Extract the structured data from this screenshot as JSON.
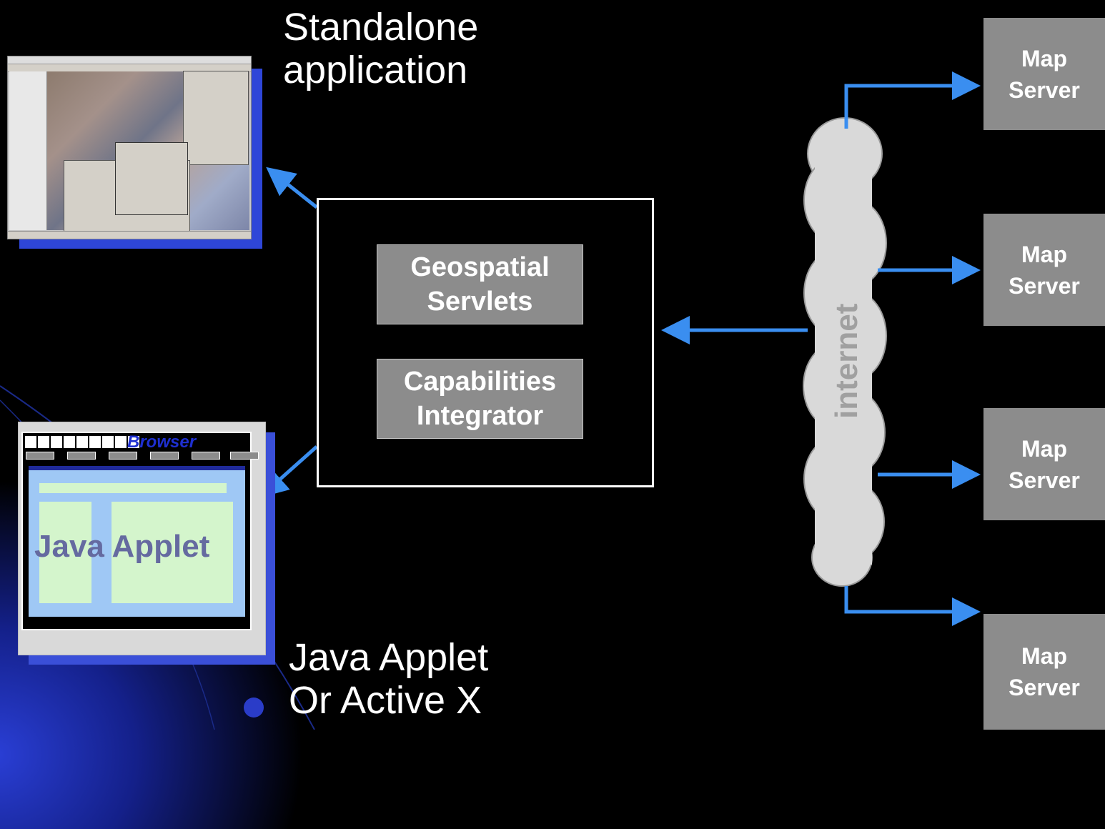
{
  "captions": {
    "standalone_line1": "Standalone",
    "standalone_line2": "application",
    "applet_line1": "Java Applet",
    "applet_line2": "Or Active X"
  },
  "central": {
    "box1_line1": "Geospatial",
    "box1_line2": "Servlets",
    "box2_line1": "Capabilities",
    "box2_line2": "Integrator"
  },
  "cloud_label": "internet",
  "servers": [
    {
      "line1": "Map",
      "line2": "Server"
    },
    {
      "line1": "Map",
      "line2": "Server"
    },
    {
      "line1": "Map",
      "line2": "Server"
    },
    {
      "line1": "Map",
      "line2": "Server"
    }
  ],
  "browser": {
    "title": "Browser",
    "applet_label": "Java Applet"
  },
  "colors": {
    "arrow": "#3a8ef0",
    "server_fill": "#8c8c8c",
    "cloud": "#d9d9d9"
  }
}
